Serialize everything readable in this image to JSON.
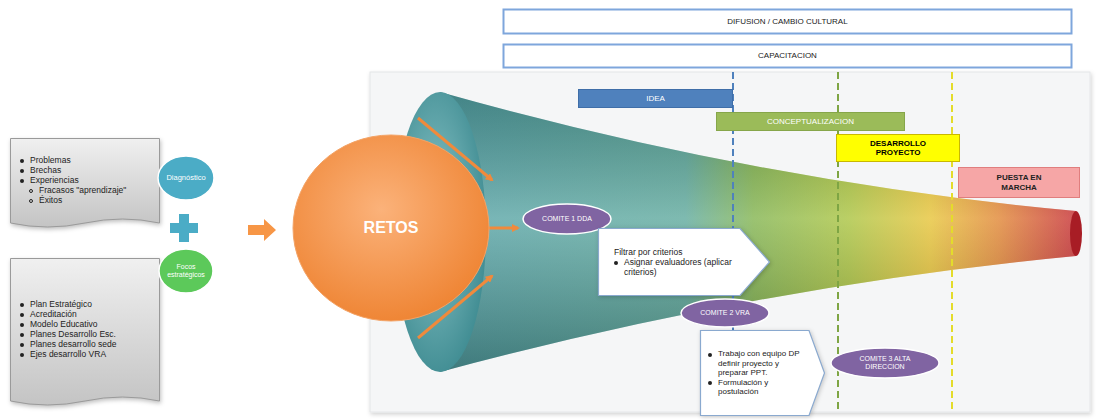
{
  "diagram": {
    "nodes": [
      {
        "text": [
          "DIFUSION / CAMBIO CULTURAL"
        ]
      },
      {
        "text": [
          "CAPACITACION"
        ]
      },
      {
        "text": [
          "Problemas",
          "Brechas",
          "Experiencias",
          "Fracasos \"aprendizaje\"",
          "Éxitos"
        ]
      },
      {
        "text": [
          "Diagnóstico"
        ]
      },
      {
        "text": [
          "Plan Estratégico",
          "Acreditación",
          "Modelo Educativo",
          "Planes Desarrollo Esc.",
          "Planes desarrollo sede",
          "Ejes desarrollo VRA"
        ]
      },
      {
        "text": [
          "Focos estratégicos"
        ]
      },
      {
        "text": [
          "RETOS"
        ]
      },
      {
        "text": [
          "IDEA"
        ]
      },
      {
        "text": [
          "CONCEPTUALIZACION"
        ]
      },
      {
        "text": [
          "DESARROLLO PROYECTO"
        ]
      },
      {
        "text": [
          "PUESTA EN MARCHA"
        ]
      },
      {
        "text": [
          "COMITE 1 DDA"
        ]
      },
      {
        "text": [
          "Filtrar por criterios",
          "Asignar evaluadores (aplicar criterios)"
        ]
      },
      {
        "text": [
          "COMITE 2 VRA"
        ]
      },
      {
        "text": [
          "Trabajo con equipo DP definir proyecto y preparar PPT.",
          "Formulación y postulación"
        ]
      },
      {
        "text": [
          "COMITE 3 ALTA DIRECCION"
        ]
      }
    ]
  }
}
